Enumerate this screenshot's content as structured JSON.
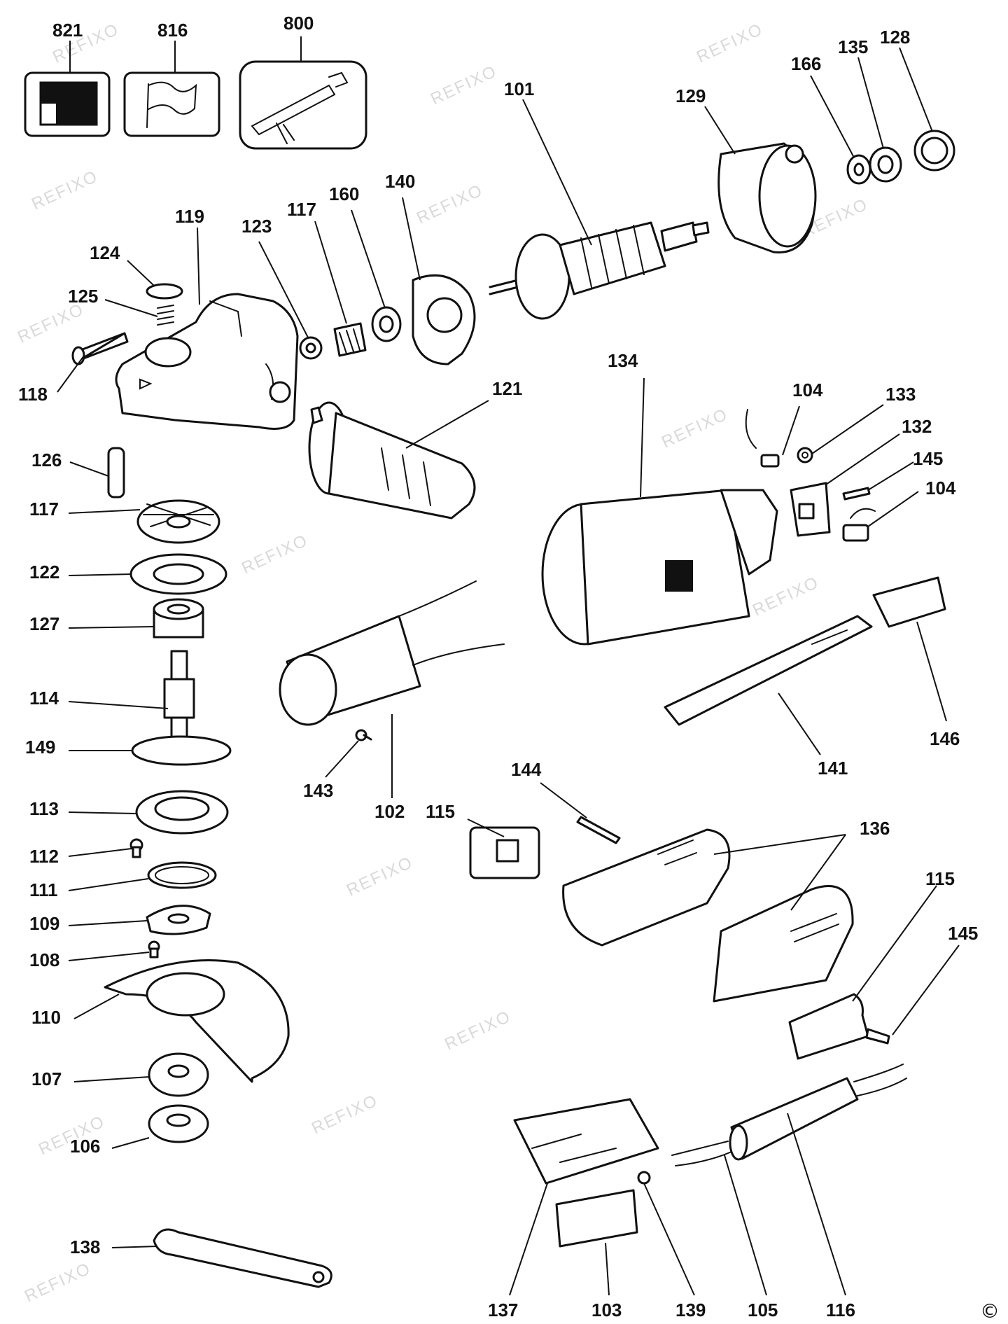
{
  "watermark": "REFIXO",
  "copyright_symbol": "©",
  "callouts": [
    {
      "id": "c821",
      "label": "821"
    },
    {
      "id": "c816",
      "label": "816"
    },
    {
      "id": "c800",
      "label": "800"
    },
    {
      "id": "c101",
      "label": "101"
    },
    {
      "id": "c129",
      "label": "129"
    },
    {
      "id": "c166",
      "label": "166"
    },
    {
      "id": "c135",
      "label": "135"
    },
    {
      "id": "c128",
      "label": "128"
    },
    {
      "id": "c119",
      "label": "119"
    },
    {
      "id": "c124",
      "label": "124"
    },
    {
      "id": "c125",
      "label": "125"
    },
    {
      "id": "c118",
      "label": "118"
    },
    {
      "id": "c123",
      "label": "123"
    },
    {
      "id": "c117a",
      "label": "117"
    },
    {
      "id": "c160",
      "label": "160"
    },
    {
      "id": "c140",
      "label": "140"
    },
    {
      "id": "c121",
      "label": "121"
    },
    {
      "id": "c134",
      "label": "134"
    },
    {
      "id": "c104a",
      "label": "104"
    },
    {
      "id": "c133",
      "label": "133"
    },
    {
      "id": "c132",
      "label": "132"
    },
    {
      "id": "c145a",
      "label": "145"
    },
    {
      "id": "c104b",
      "label": "104"
    },
    {
      "id": "c126",
      "label": "126"
    },
    {
      "id": "c117b",
      "label": "117"
    },
    {
      "id": "c122",
      "label": "122"
    },
    {
      "id": "c127",
      "label": "127"
    },
    {
      "id": "c114",
      "label": "114"
    },
    {
      "id": "c149",
      "label": "149"
    },
    {
      "id": "c113",
      "label": "113"
    },
    {
      "id": "c112",
      "label": "112"
    },
    {
      "id": "c111",
      "label": "111"
    },
    {
      "id": "c109",
      "label": "109"
    },
    {
      "id": "c108",
      "label": "108"
    },
    {
      "id": "c110",
      "label": "110"
    },
    {
      "id": "c107",
      "label": "107"
    },
    {
      "id": "c106",
      "label": "106"
    },
    {
      "id": "c138",
      "label": "138"
    },
    {
      "id": "c143",
      "label": "143"
    },
    {
      "id": "c102",
      "label": "102"
    },
    {
      "id": "c141",
      "label": "141"
    },
    {
      "id": "c146",
      "label": "146"
    },
    {
      "id": "c144",
      "label": "144"
    },
    {
      "id": "c115a",
      "label": "115"
    },
    {
      "id": "c136",
      "label": "136"
    },
    {
      "id": "c115b",
      "label": "115"
    },
    {
      "id": "c145b",
      "label": "145"
    },
    {
      "id": "c137",
      "label": "137"
    },
    {
      "id": "c103",
      "label": "103"
    },
    {
      "id": "c139",
      "label": "139"
    },
    {
      "id": "c105",
      "label": "105"
    },
    {
      "id": "c116",
      "label": "116"
    }
  ]
}
